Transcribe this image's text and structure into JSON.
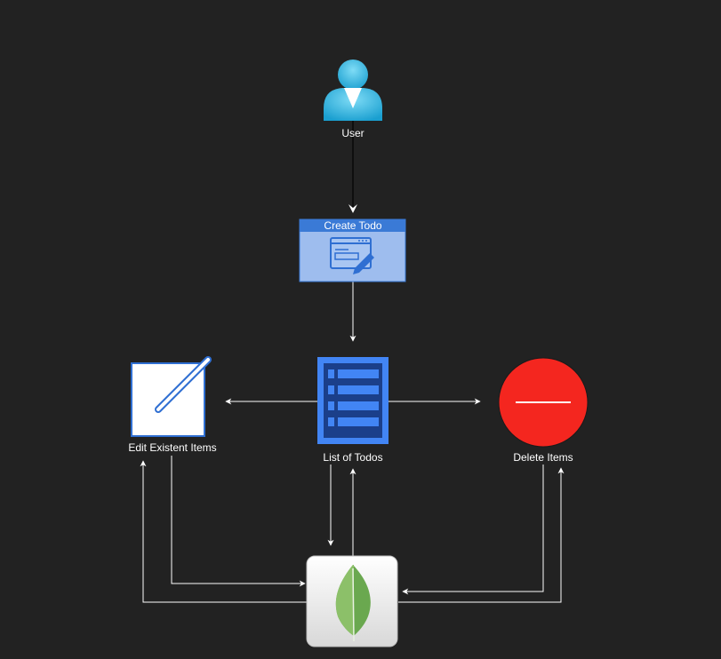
{
  "diagram": {
    "nodes": {
      "user": {
        "label": "User",
        "icon": "user-icon"
      },
      "create_todo": {
        "label": "Create Todo",
        "icon": "window-edit-icon"
      },
      "list_of_todos": {
        "label": "List of Todos",
        "icon": "list-icon"
      },
      "edit_items": {
        "label": "Edit Existent Items",
        "icon": "pencil-icon"
      },
      "delete_items": {
        "label": "Delete Items",
        "icon": "minus-circle-icon"
      },
      "database": {
        "label": "",
        "icon": "mongodb-leaf-icon"
      }
    },
    "colors": {
      "background": "#222222",
      "edge": "#ffffff",
      "create_header": "#3a7ad6",
      "create_body": "#9ebdee",
      "list_blue": "#4285f4",
      "delete_red": "#f4261f",
      "leaf_green": "#6aa84f"
    }
  }
}
